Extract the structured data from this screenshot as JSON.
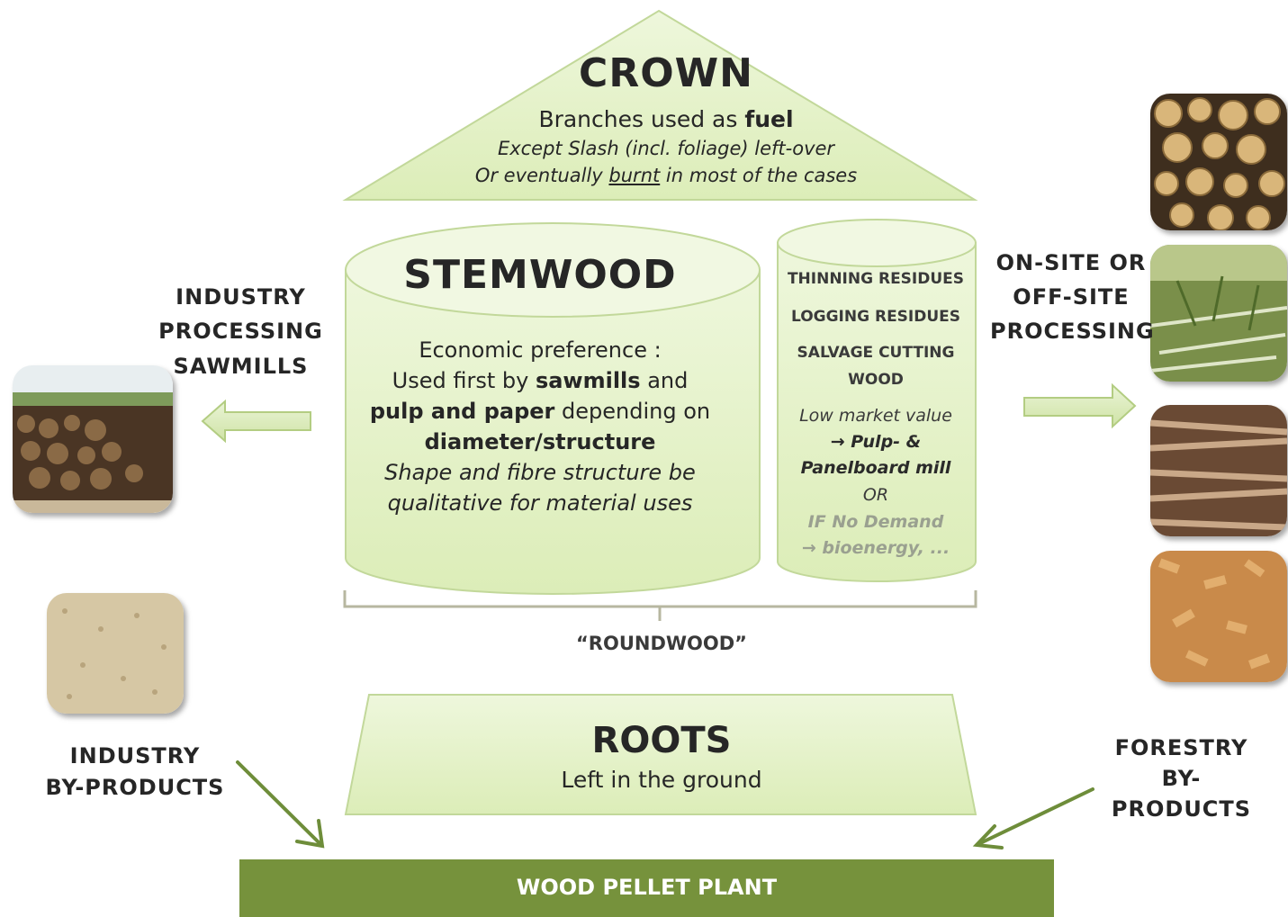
{
  "crown": {
    "title": "CROWN",
    "line1_pre": "Branches used as ",
    "line1_bold": "fuel",
    "line2": "Except Slash (incl. foliage) left-over",
    "line3_pre": "Or eventually ",
    "line3_under": "burnt",
    "line3_post": " in most of the cases"
  },
  "stemwood": {
    "title": "STEMWOOD",
    "line1": "Economic preference :",
    "line2_pre": "Used first by ",
    "line2_bold": "sawmills",
    "line2_post": " and",
    "line3_bold": "pulp and paper",
    "line3_post": " depending on",
    "line4": "diameter/structure",
    "line5": "Shape and fibre structure be",
    "line6": "qualitative for material uses"
  },
  "residues": {
    "thinning": "THINNING RESIDUES",
    "logging": "LOGGING RESIDUES",
    "salvage1": "SALVAGE CUTTING",
    "salvage2": "WOOD",
    "low_value": "Low market value",
    "pulp": "→ Pulp- &",
    "panel": "Panelboard mill",
    "or": "OR",
    "no_demand": "IF No Demand",
    "bioenergy": "→ bioenergy, ..."
  },
  "roundwood": "“ROUNDWOOD”",
  "roots": {
    "title": "ROOTS",
    "line1": "Left in the ground"
  },
  "left_labels": {
    "industry": "INDUSTRY",
    "processing": "PROCESSING",
    "sawmills": "SAWMILLS"
  },
  "right_labels": {
    "onsite": "ON-SITE OR",
    "offsite": "OFF-SITE",
    "processing": "PROCESSING"
  },
  "industry_byproducts": {
    "line1": "INDUSTRY",
    "line2": "BY-PRODUCTS"
  },
  "forestry_byproducts": {
    "line1": "FORESTRY",
    "line2": "BY-",
    "line3": "PRODUCTS"
  },
  "plant": "WOOD PELLET PLANT",
  "colors": {
    "shape_fill": "#e6f2cc",
    "shape_stroke": "#c2d89a",
    "arrow_fill": "#d8e9b8",
    "dark_green": "#76923c",
    "arrow_green": "#6e8d3a"
  }
}
